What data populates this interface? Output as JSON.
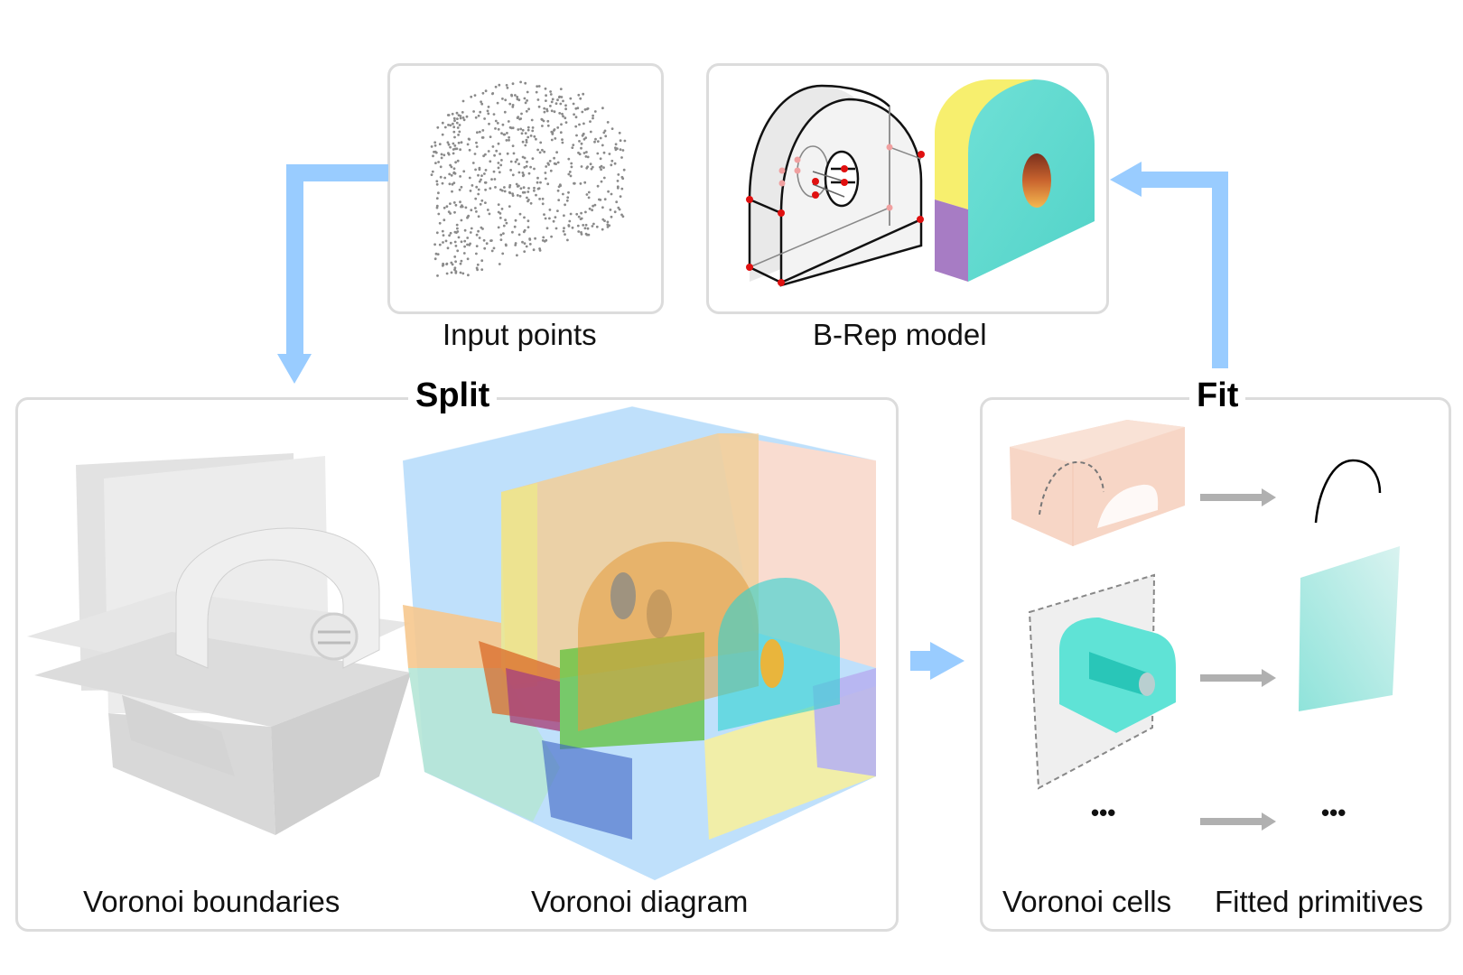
{
  "figure": {
    "top_panels": {
      "input_points": {
        "caption": "Input points"
      },
      "brep_model": {
        "caption": "B-Rep model"
      }
    },
    "split_section": {
      "title": "Split",
      "captions": {
        "voronoi_boundaries": "Voronoi boundaries",
        "voronoi_diagram": "Voronoi diagram"
      }
    },
    "fit_section": {
      "title": "Fit",
      "captions": {
        "voronoi_cells": "Voronoi cells",
        "fitted_primitives": "Fitted primitives"
      },
      "rows": [
        {
          "cell": "arch-block-cell",
          "primitive": "curve"
        },
        {
          "cell": "cylinder-cell-with-plane",
          "primitive": "plane"
        },
        {
          "cell_label": "•••",
          "primitive_label": "•••"
        }
      ]
    },
    "colors": {
      "flow_arrow": "#99ccff",
      "fit_arrow": "#b0b0b0",
      "panel_border": "#dcdcdc",
      "brep_red_vertex": "#e01010",
      "brep_yellow": "#f7ef6e",
      "brep_cyan": "#5ed8cf",
      "brep_purple": "#a77cc4",
      "cell_peach": "#f6d2c0",
      "cell_teal": "#5fe3d6"
    }
  }
}
